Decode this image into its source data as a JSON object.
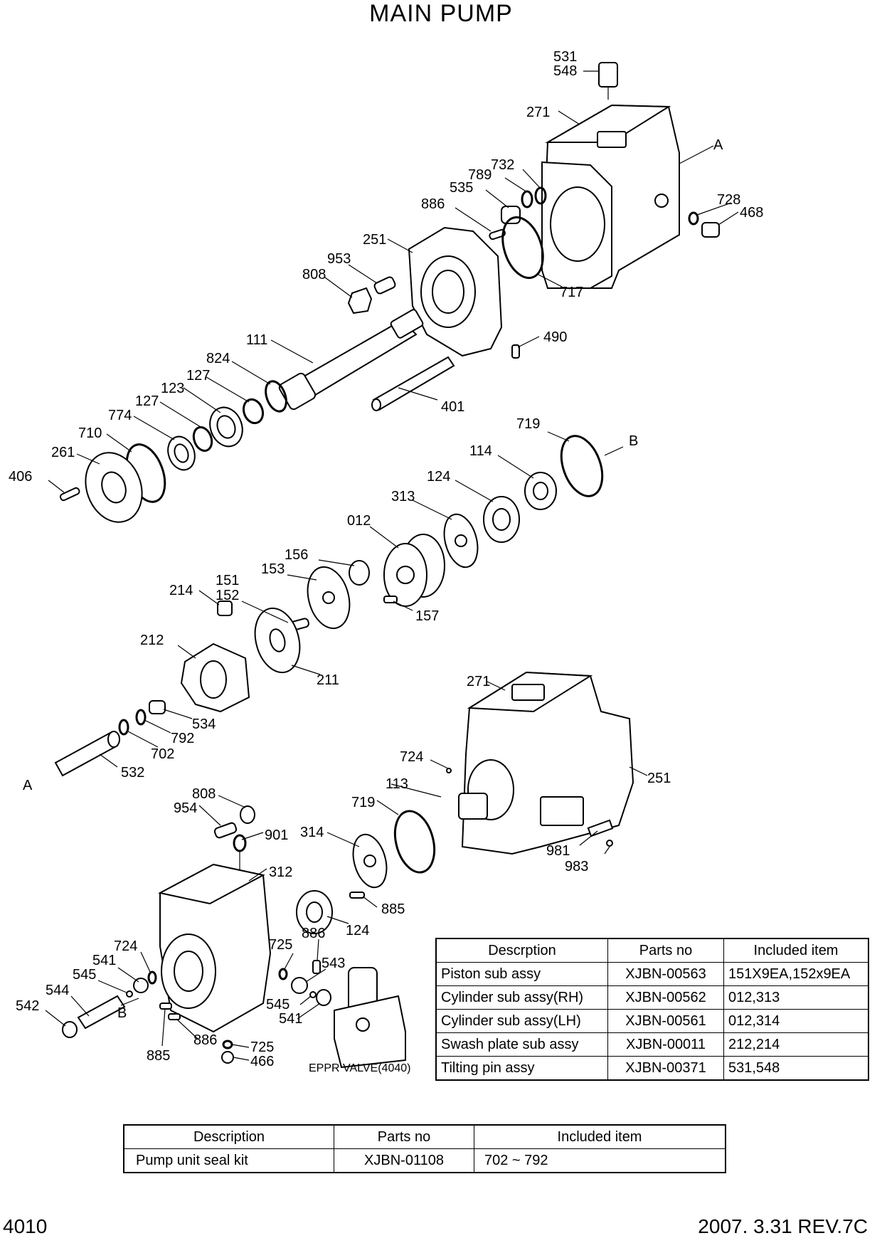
{
  "title": "MAIN PUMP",
  "labels": {
    "l531": "531",
    "l548": "548",
    "l271a": "271",
    "lA1": "A",
    "l732": "732",
    "l789": "789",
    "l535": "535",
    "l728": "728",
    "l468": "468",
    "l886a": "886",
    "l251a": "251",
    "l953": "953",
    "l808a": "808",
    "l717": "717",
    "l111": "111",
    "l490": "490",
    "l824": "824",
    "l127a": "127",
    "l123": "123",
    "l127b": "127",
    "l774": "774",
    "l710": "710",
    "l261": "261",
    "l406": "406",
    "l401": "401",
    "l719a": "719",
    "lB1": "B",
    "l114": "114",
    "l124a": "124",
    "l313": "313",
    "l012": "012",
    "l156": "156",
    "l153": "153",
    "l151": "151",
    "l152": "152",
    "l214": "214",
    "l157": "157",
    "l212": "212",
    "l211": "211",
    "l271b": "271",
    "l534": "534",
    "l792": "792",
    "l702": "702",
    "l724a": "724",
    "l532": "532",
    "lA2": "A",
    "l113": "113",
    "l251b": "251",
    "l808b": "808",
    "l954": "954",
    "l719b": "719",
    "l901": "901",
    "l314": "314",
    "l981": "981",
    "l983": "983",
    "l312": "312",
    "l885a": "885",
    "l124b": "124",
    "l886b": "886",
    "l724b": "724",
    "l725a": "725",
    "l541a": "541",
    "l543": "543",
    "l545a": "545",
    "l544": "544",
    "l545b": "545",
    "l541b": "541",
    "l542": "542",
    "lB2": "B",
    "l886c": "886",
    "l725b": "725",
    "l885b": "885",
    "l466": "466",
    "eppr": "EPPR VALVE(4040)"
  },
  "sub_table": {
    "headers": [
      "Descrption",
      "Parts no",
      "Included item"
    ],
    "rows": [
      {
        "desc": "Piston sub assy",
        "part": "XJBN-00563",
        "items": "151X9EA,152x9EA"
      },
      {
        "desc": "Cylinder sub assy(RH)",
        "part": "XJBN-00562",
        "items": "012,313"
      },
      {
        "desc": "Cylinder sub assy(LH)",
        "part": "XJBN-00561",
        "items": "012,314"
      },
      {
        "desc": "Swash plate sub assy",
        "part": "XJBN-00011",
        "items": "212,214"
      },
      {
        "desc": "Tilting pin assy",
        "part": "XJBN-00371",
        "items": "531,548"
      }
    ]
  },
  "kit_table": {
    "headers": [
      "Description",
      "Parts no",
      "Included item"
    ],
    "rows": [
      {
        "desc": "Pump unit seal kit",
        "part": "XJBN-01108",
        "items": "702 ~ 792"
      }
    ]
  },
  "footer": {
    "page": "4010",
    "date_rev": "2007. 3.31  REV.7C"
  }
}
